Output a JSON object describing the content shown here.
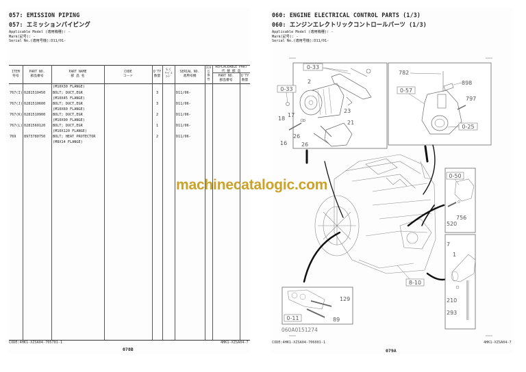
{
  "left_page": {
    "title_en": "057: EMISSION PIPING",
    "title_jp": "057: エミッションパイピング",
    "meta": {
      "applicable_model": "Applicable Model (適用機種): -",
      "mark": "Mark(記号): -",
      "serial_no": "Serial No.(適用号機):D11/01-"
    },
    "table": {
      "headers": {
        "item": [
          "ITEM",
          "符号"
        ],
        "part_no": [
          "PART NO.",
          "部品番号"
        ],
        "part_name": [
          "PART NAME",
          "部 品 名"
        ],
        "code": [
          "CODE",
          "コード"
        ],
        "qty": [
          "Q'TY",
          "数量"
        ],
        "sc": [
          "S.C",
          "ｻｰﾋﾞｽ",
          "ｺｰﾄﾞ"
        ],
        "serial": [
          "SERIAL NO.",
          "適用号機"
        ],
        "ica": [
          "ICA",
          "互",
          "換",
          "性"
        ],
        "replaceable": "REPLACEABLE PART",
        "replaceable_jp": "代 替 部 品",
        "rep_part_no": [
          "PART NO.",
          "部品番号"
        ],
        "rep_qty": [
          "Q'TY",
          "数量"
        ]
      },
      "rows": [
        {
          "item": "",
          "part_no": "",
          "part_name": "(M10X30 FLANGE)",
          "qty": "",
          "serial": ""
        },
        {
          "item": "767(I)",
          "part_no": "0281510450",
          "part_name": "BOLT; DUCT,EGR",
          "qty": "3",
          "serial": "D11/06-"
        },
        {
          "item": "",
          "part_no": "",
          "part_name": "(M10X45 FLANGE)",
          "qty": "",
          "serial": ""
        },
        {
          "item": "767(J)",
          "part_no": "0281510600",
          "part_name": "BOLT; DUCT,EGR",
          "qty": "3",
          "serial": "D11/06-"
        },
        {
          "item": "",
          "part_no": "",
          "part_name": "(M10X60 FLANGE)",
          "qty": "",
          "serial": ""
        },
        {
          "item": "767(K)",
          "part_no": "0281510900",
          "part_name": "BOLT; DUCT,EGR",
          "qty": "2",
          "serial": "D11/06-"
        },
        {
          "item": "",
          "part_no": "",
          "part_name": "(M10X90 FLANGE)",
          "qty": "",
          "serial": ""
        },
        {
          "item": "767(L)",
          "part_no": "0281560120",
          "part_name": "BOLT; DUCT,EGR",
          "qty": "1",
          "serial": "D11/06-"
        },
        {
          "item": "",
          "part_no": "",
          "part_name": "(M10X120 FLANGE)",
          "qty": "",
          "serial": ""
        },
        {
          "item": "769",
          "part_no": "8973780750",
          "part_name": "BOLT; HEAT PROTECTOR",
          "qty": "2",
          "serial": "D11/06-"
        },
        {
          "item": "",
          "part_no": "",
          "part_name": "(M8X14 FLANGE)",
          "qty": "",
          "serial": ""
        }
      ]
    },
    "footer_code": "CODE:4HK1-XZSA04-705701-1",
    "footer_right": "4HK1-XZSA04-7",
    "page_number": "078B"
  },
  "right_page": {
    "title_en": "060: ENGINE ELECTRICAL CONTROL PARTS (1/3)",
    "title_jp": "060: エンジンエレクトリックコントロールパーツ (1/3)",
    "meta": {
      "applicable_model": "Applicable Model (適用機種): -",
      "mark": "Mark(記号): -",
      "serial_no": "Serial No.(適用号機):D11/01-"
    },
    "diagram": {
      "callouts_alternator": [
        "0-33",
        "0-33",
        "2",
        "17",
        "18",
        "16",
        "26",
        "26",
        "23",
        "21"
      ],
      "callouts_throttle": [
        "782",
        "898",
        "0-57",
        "797",
        "0-25"
      ],
      "callouts_sensor": [
        "0-50",
        "520",
        "756"
      ],
      "callouts_starter": [
        "7",
        "1",
        "210",
        "293"
      ],
      "callouts_exhaust": [
        "0-11",
        "129",
        "89"
      ],
      "callout_engine": "8-10",
      "drawing_id": "060A0151274"
    },
    "footer_code": "CODE:4HK1-XZSA04-706001-1",
    "footer_right": "4HK1-XZSA04-7",
    "page_number": "079A"
  },
  "watermark": "machinecatalogic.com",
  "colors": {
    "watermark": "#c9a227",
    "line": "#333333",
    "text": "#222222"
  }
}
